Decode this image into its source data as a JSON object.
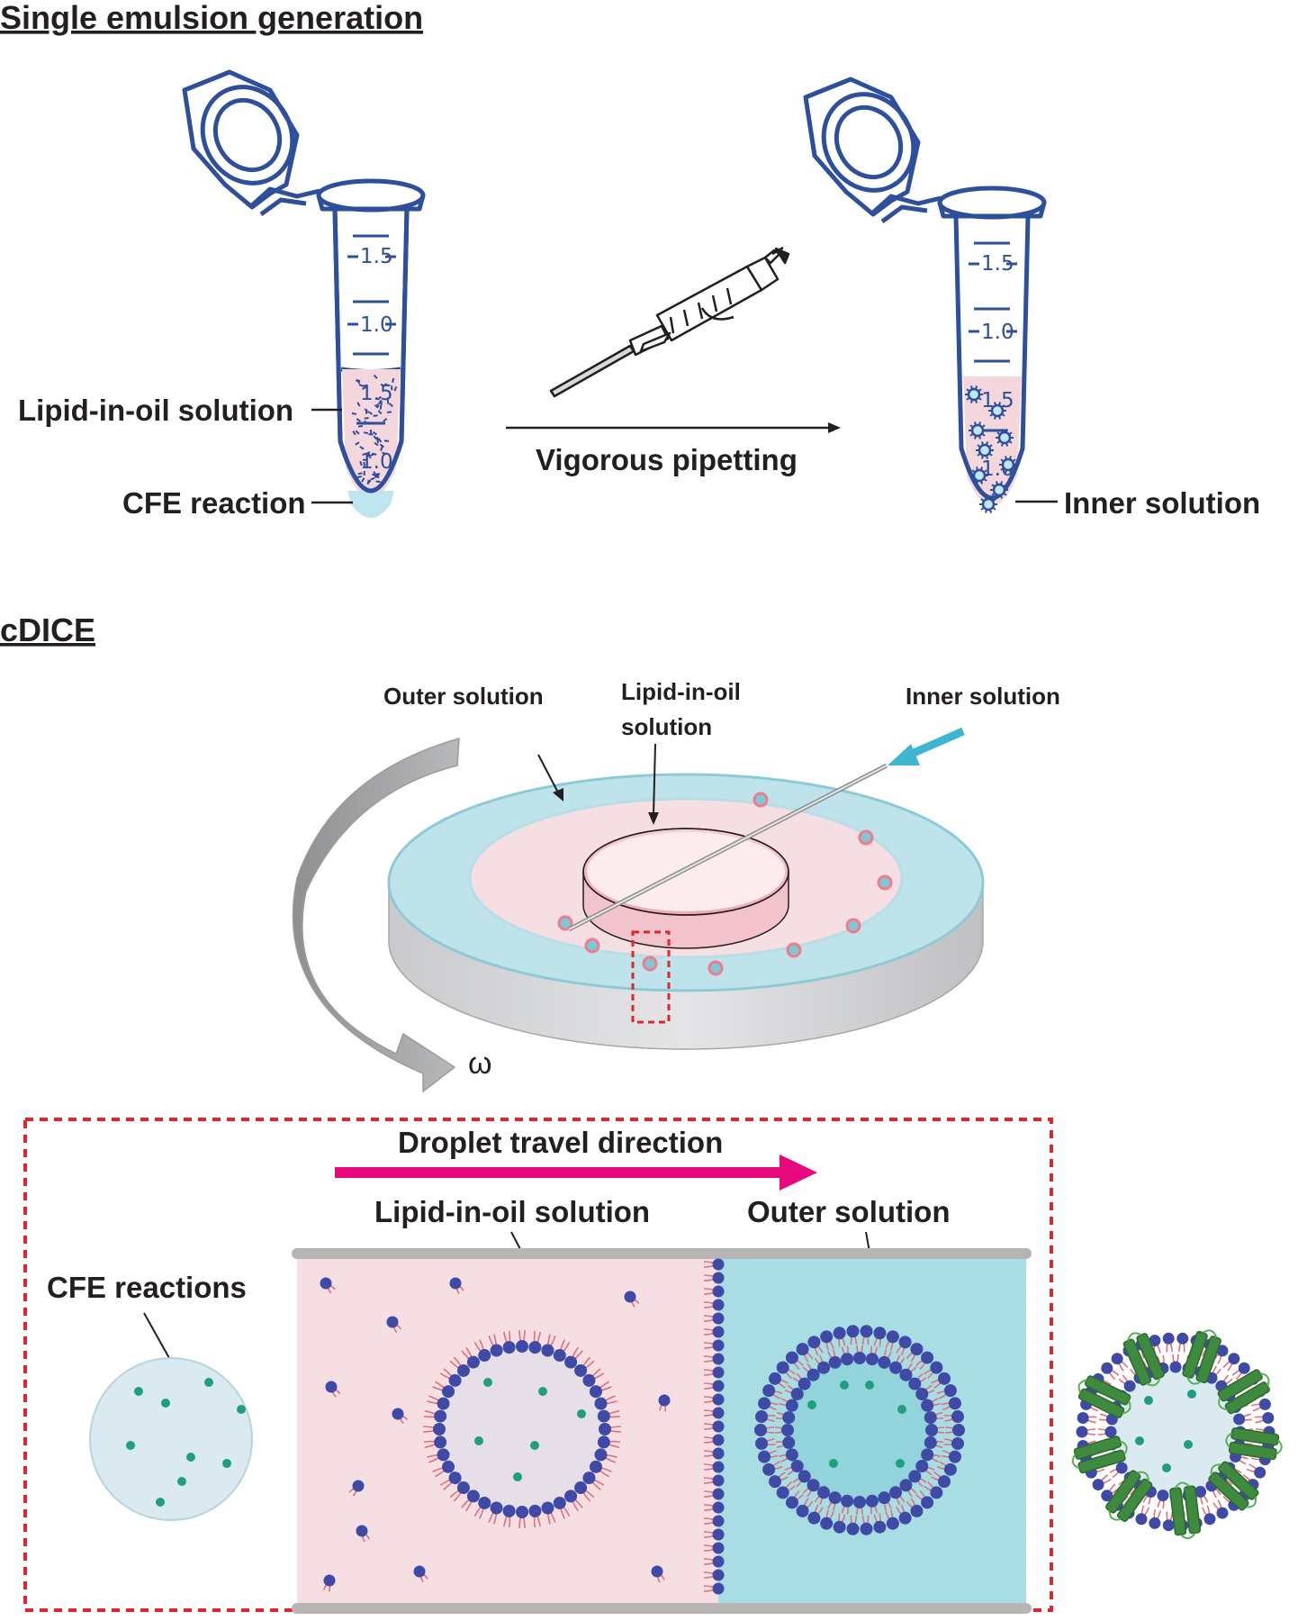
{
  "headings": {
    "single_emulsion": "Single emulsion generation",
    "cdice": "cDICE"
  },
  "tube_ticks": {
    "upper": "1.5",
    "lower": "1.0"
  },
  "emulsion_labels": {
    "lipid_in_oil": "Lipid-in-oil solution",
    "cfe_reaction": "CFE reaction",
    "pipetting": "Vigorous pipetting",
    "inner_solution": "Inner solution"
  },
  "cdice_labels": {
    "outer_solution": "Outer solution",
    "lipid_in_oil_line1": "Lipid-in-oil",
    "lipid_in_oil_line2": "solution",
    "inner_solution": "Inner solution",
    "omega": "ω"
  },
  "detail_labels": {
    "droplet_travel": "Droplet travel direction",
    "lipid_in_oil": "Lipid-in-oil solution",
    "outer_solution": "Outer solution",
    "cfe_reactions": "CFE reactions"
  },
  "colors": {
    "tube_blue": "#2e4f9c",
    "lipid_pink": "#f6dfe3",
    "outer_cyan": "#a8dde3",
    "lipid_head": "#3e4aa6",
    "lipid_tail": "#e0707a",
    "cargo_green": "#1f9f7f",
    "arrow_magenta": "#e8087d",
    "dashed_red": "#e0262b",
    "protein_green": "#3e8a3e"
  }
}
